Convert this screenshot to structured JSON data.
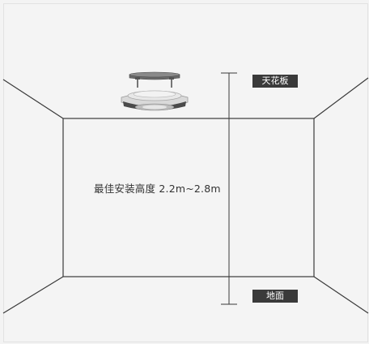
{
  "labels": {
    "height_note": "最佳安装高度 2.2m~2.8m",
    "ceiling": "天花板",
    "floor": "地面"
  },
  "colors": {
    "background": "#f4f4f4",
    "lines": "#3a3a3a",
    "tag_background": "#3a3a3a",
    "tag_text": "#ffffff"
  },
  "icons": {
    "device": "ceiling-mounted-sensor-icon"
  }
}
